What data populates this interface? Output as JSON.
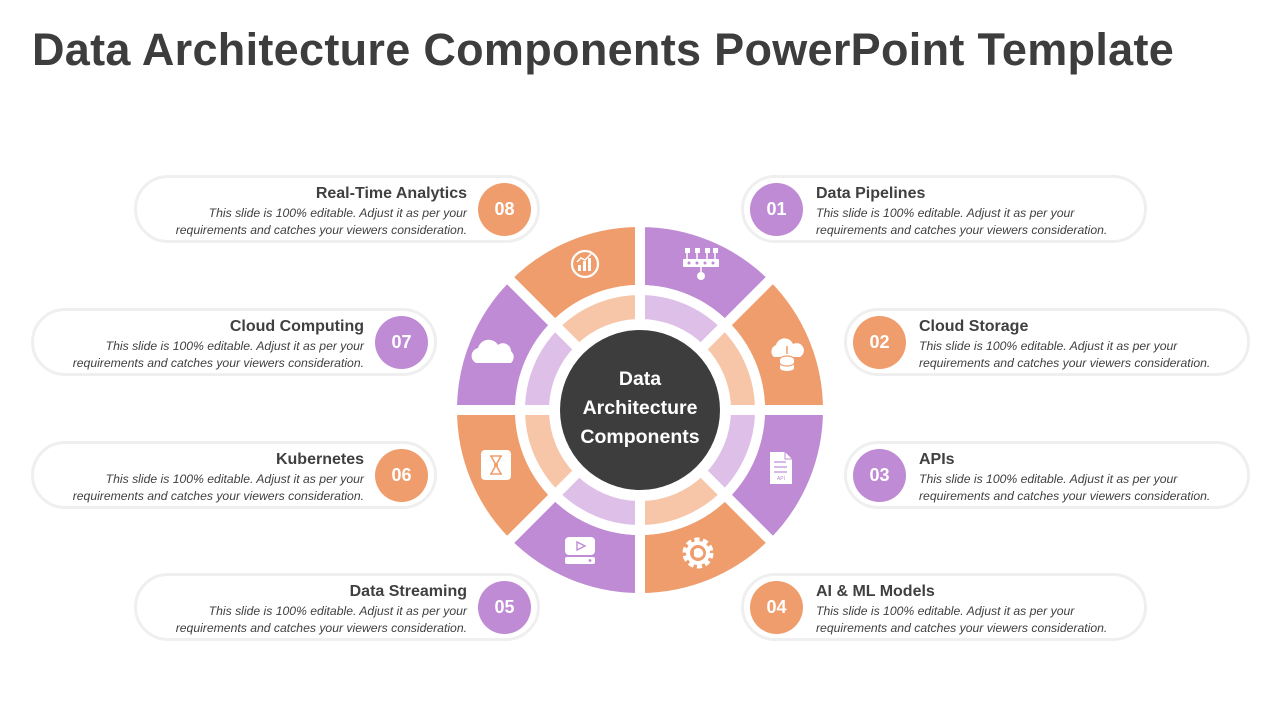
{
  "title": "Data Architecture Components PowerPoint Template",
  "center": {
    "lines": [
      "Data",
      "Architecture",
      "Components"
    ]
  },
  "colors": {
    "purple": "#BE8BD4",
    "orange": "#EF9D6C",
    "dark": "#3D3D3D",
    "purple_light": "#DDBFE8",
    "orange_light": "#F7C6A8"
  },
  "components": [
    {
      "number": "01",
      "label": "Data Pipelines",
      "description_line1": "This slide is 100% editable. Adjust it as per your",
      "description_line2": "requirements and catches your viewers consideration.",
      "color": "purple",
      "icon": "pipeline-icon"
    },
    {
      "number": "02",
      "label": "Cloud Storage",
      "description_line1": "This slide is 100% editable. Adjust it as per your",
      "description_line2": "requirements and catches your viewers consideration.",
      "color": "orange",
      "icon": "cloud-database-icon"
    },
    {
      "number": "03",
      "label": "APIs",
      "description_line1": "This slide is 100% editable. Adjust it as per your",
      "description_line2": "requirements and catches your viewers consideration.",
      "color": "purple",
      "icon": "api-document-icon",
      "icon_text": "API"
    },
    {
      "number": "04",
      "label": "AI & ML Models",
      "description_line1": "This slide is 100% editable. Adjust it as per your",
      "description_line2": "requirements and catches your viewers consideration.",
      "color": "orange",
      "icon": "ai-gear-icon"
    },
    {
      "number": "05",
      "label": "Data Streaming",
      "description_line1": "This slide is 100% editable. Adjust it as per your",
      "description_line2": "requirements and catches your viewers consideration.",
      "color": "purple",
      "icon": "streaming-drive-icon"
    },
    {
      "number": "06",
      "label": "Kubernetes",
      "description_line1": "This slide is 100% editable. Adjust it as per your",
      "description_line2": "requirements and catches your viewers consideration.",
      "color": "orange",
      "icon": "kubernetes-icon"
    },
    {
      "number": "07",
      "label": "Cloud Computing",
      "description_line1": "This slide is 100% editable. Adjust it as per your",
      "description_line2": "requirements and catches your viewers consideration.",
      "color": "purple",
      "icon": "cloud-icon"
    },
    {
      "number": "08",
      "label": "Real-Time Analytics",
      "description_line1": "This slide is 100% editable. Adjust it as per your",
      "description_line2": "requirements and catches your viewers consideration.",
      "color": "orange",
      "icon": "analytics-icon"
    }
  ]
}
